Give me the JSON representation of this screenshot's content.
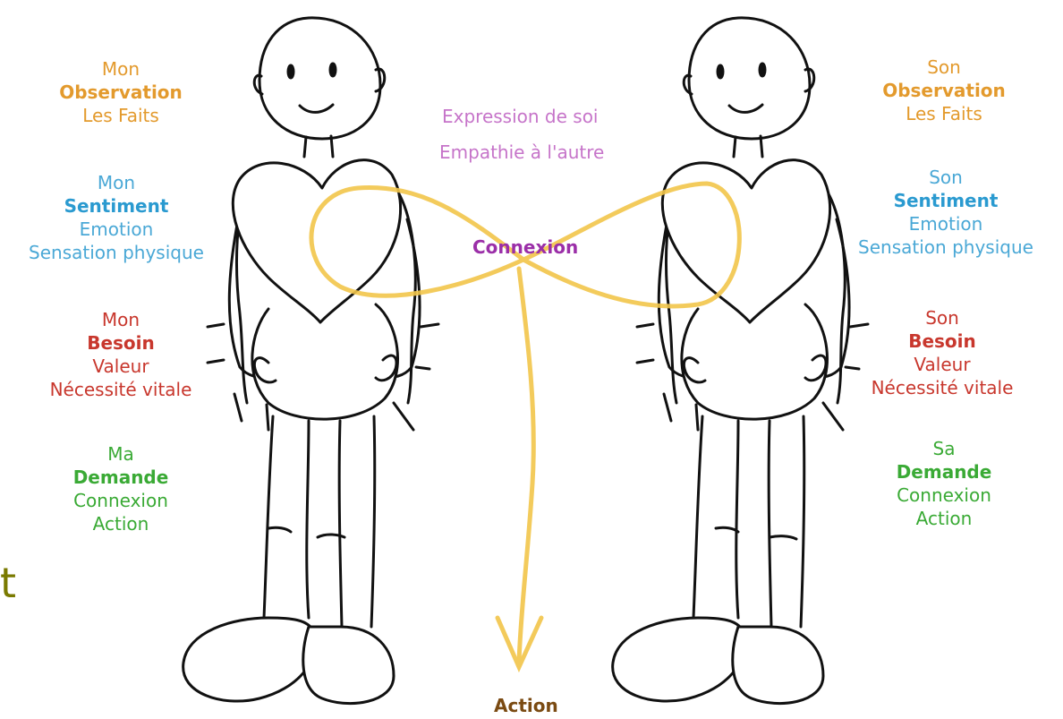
{
  "colors": {
    "observation": "#e39a2d",
    "sentiment_heading": "#2a9ad0",
    "sentiment_text": "#4aa8d6",
    "besoin": "#c8372d",
    "demande": "#3aaa35",
    "connexion": "#9b2fa8",
    "expression": "#c674c9",
    "action": "#7a4a12",
    "loop": "#f2c54a",
    "side_letter": "#7a7a00"
  },
  "left": {
    "observation": [
      "Mon",
      "Observation",
      "Les Faits"
    ],
    "sentiment": [
      "Mon",
      "Sentiment",
      "Emotion",
      "Sensation physique"
    ],
    "besoin": [
      "Mon",
      "Besoin",
      "Valeur",
      "Nécessité vitale"
    ],
    "demande": [
      "Ma",
      "Demande",
      "Connexion",
      "Action"
    ]
  },
  "right": {
    "observation": [
      "Son",
      "Observation",
      "Les Faits"
    ],
    "sentiment": [
      "Son",
      "Sentiment",
      "Emotion",
      "Sensation physique"
    ],
    "besoin": [
      "Son",
      "Besoin",
      "Valeur",
      "Nécessité vitale"
    ],
    "demande": [
      "Sa",
      "Demande",
      "Connexion",
      "Action"
    ]
  },
  "center": {
    "expression": "Expression de soi",
    "empathie": "Empathie à l'autre",
    "connexion": "Connexion",
    "action": "Action"
  },
  "edge_letter": "t"
}
